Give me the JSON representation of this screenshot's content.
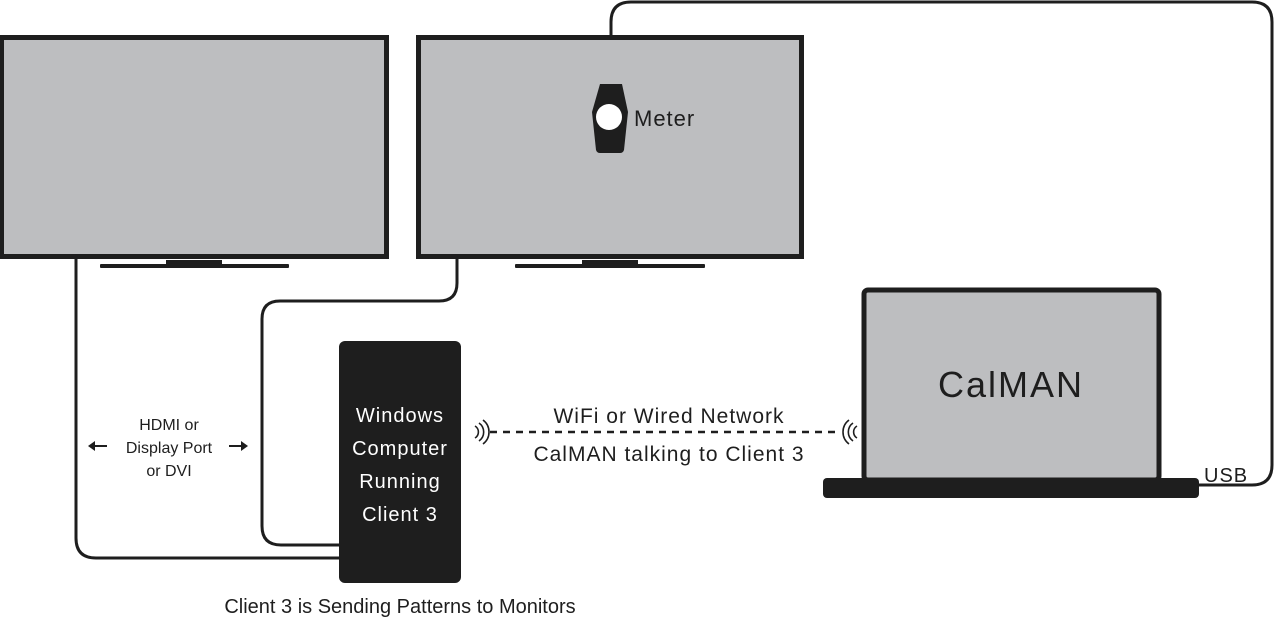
{
  "meter": {
    "label": "Meter"
  },
  "cable": {
    "types": [
      "HDMI or",
      "Display Port",
      "or DVI"
    ]
  },
  "client_computer": {
    "lines": [
      "Windows",
      "Computer",
      "Running",
      "Client 3"
    ]
  },
  "network": {
    "label": "WiFi or Wired Network",
    "sublabel": "CalMAN talking to Client 3"
  },
  "laptop": {
    "screen_label": "CalMAN",
    "port_label": "USB"
  },
  "caption": "Client 3 is Sending Patterns to Monitors",
  "colors": {
    "screen_fill": "#bdbec0",
    "frame": "#1e1e1e",
    "background": "#ffffff"
  },
  "icons": {
    "wireless_left": "wifi-signal-icon",
    "wireless_right": "wifi-signal-icon",
    "arrow_left": "arrow-left-icon",
    "arrow_right": "arrow-right-icon"
  }
}
